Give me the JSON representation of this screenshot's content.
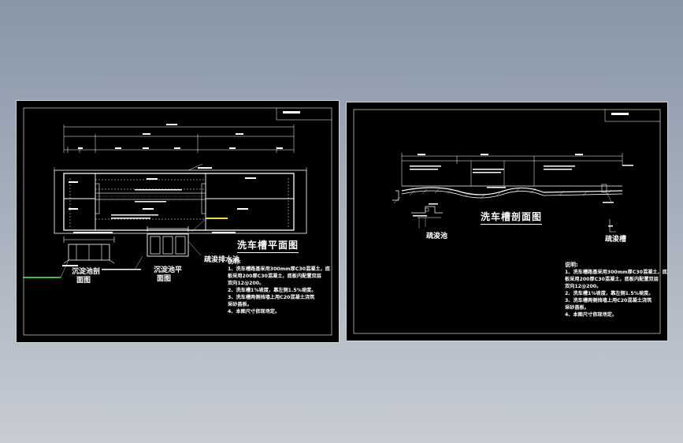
{
  "colors": {
    "background_top": "#8896a8",
    "sheet": "#000000",
    "line": "#ffffff",
    "accent_green": "#3fbf3f",
    "accent_yellow": "#e8e040"
  },
  "left_sheet": {
    "plan_title": "洗车槽平面图",
    "sediment_title": [
      "沉淀池剖",
      "面图"
    ],
    "sediment_plan_title": [
      "沉淀池平",
      "面图"
    ],
    "drain_label": "疏浚排水池",
    "notes_heading": "说明:",
    "notes": [
      "1、洗车槽路基采用300mm厚C30混凝土，底",
      "  板采用200厚C30混凝土，底板内配置双层",
      "  双向12@200。",
      "2、洗车槽1%坡度，靠左侧1.5%坡度。",
      "3、洗车槽两侧挡墙上用C20混凝土浇筑",
      "  采砂盖板。",
      "4、本图尺寸依现场定。"
    ]
  },
  "right_sheet": {
    "section_title": "洗车槽剖面图",
    "left_label": "疏浚池",
    "right_label": "疏浚槽",
    "notes_heading": "说明:",
    "notes": [
      "1、洗车槽路基采用300mm厚C30混凝土，底",
      "  板采用200厚C30混凝土，底板内配置双层",
      "  双向12@200。",
      "2、洗车槽1%坡度，靠左侧1.5%坡度。",
      "3、洗车槽两侧挡墙上用C20混凝土浇筑",
      "  采砂盖板。",
      "4、本图尺寸依现场定。"
    ]
  }
}
